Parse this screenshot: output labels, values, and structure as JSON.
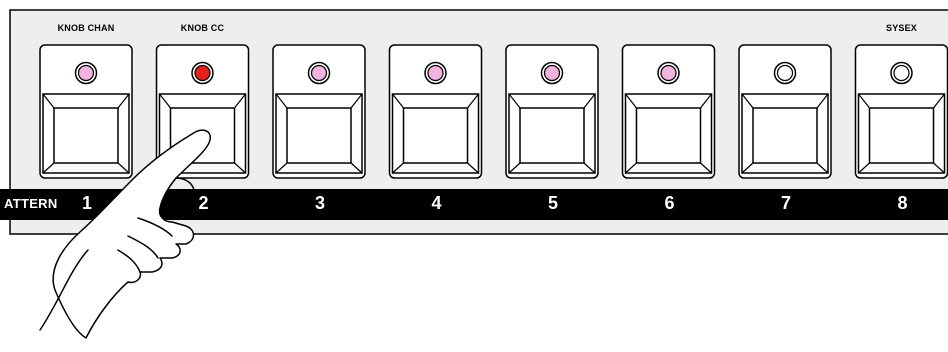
{
  "panel": {
    "row_label": "PATTERN",
    "pattern_label_visible": "ATTERN",
    "strip_color": "#000000",
    "background": "#eeeeee",
    "buttons": [
      {
        "number": "1",
        "label": "KNOB CHAN",
        "led": "pink",
        "led_color": "#f2b3de"
      },
      {
        "number": "2",
        "label": "KNOB CC",
        "led": "red",
        "led_color": "#e8201a"
      },
      {
        "number": "3",
        "label": "",
        "led": "pink",
        "led_color": "#f2b3de"
      },
      {
        "number": "4",
        "label": "",
        "led": "pink",
        "led_color": "#f2b3de"
      },
      {
        "number": "5",
        "label": "",
        "led": "pink",
        "led_color": "#f2b3de"
      },
      {
        "number": "6",
        "label": "",
        "led": "pink",
        "led_color": "#f2b3de"
      },
      {
        "number": "7",
        "label": "",
        "led": "off",
        "led_color": "#ffffff"
      },
      {
        "number": "8",
        "label": "SYSEX",
        "led": "off",
        "led_color": "#ffffff"
      }
    ]
  },
  "hand": {
    "icon": "pointing-hand-icon",
    "pressing_button": "2"
  }
}
